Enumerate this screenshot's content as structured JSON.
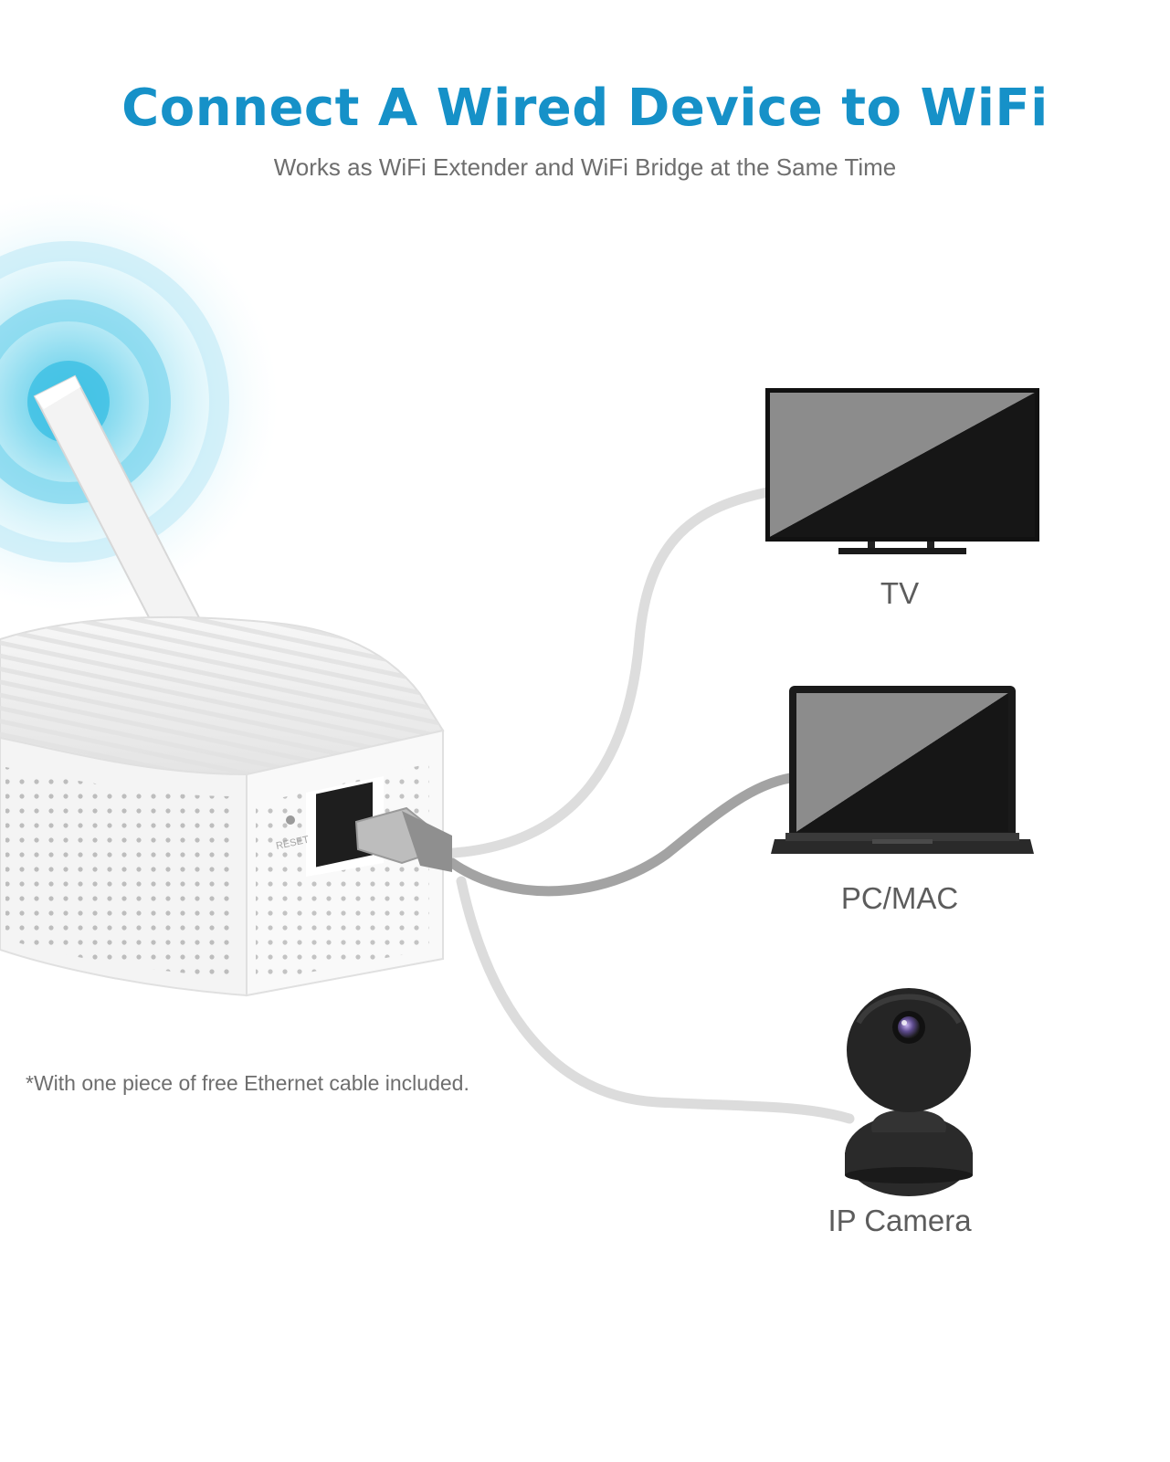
{
  "header": {
    "title": "Connect A Wired Device to WiFi",
    "subtitle": "Works as WiFi Extender and WiFi Bridge at the Same Time"
  },
  "extender": {
    "port_label": "RESET"
  },
  "devices": [
    {
      "label": "TV"
    },
    {
      "label": "PC/MAC"
    },
    {
      "label": "IP Camera"
    }
  ],
  "footnote": "*With one piece of free Ethernet cable included.",
  "colors": {
    "title": "#1691c8",
    "signal": "#46c6e6",
    "cable_light": "#d9d9d9",
    "cable_dark": "#9a9a9a",
    "device_dark": "#1a1a1a"
  }
}
